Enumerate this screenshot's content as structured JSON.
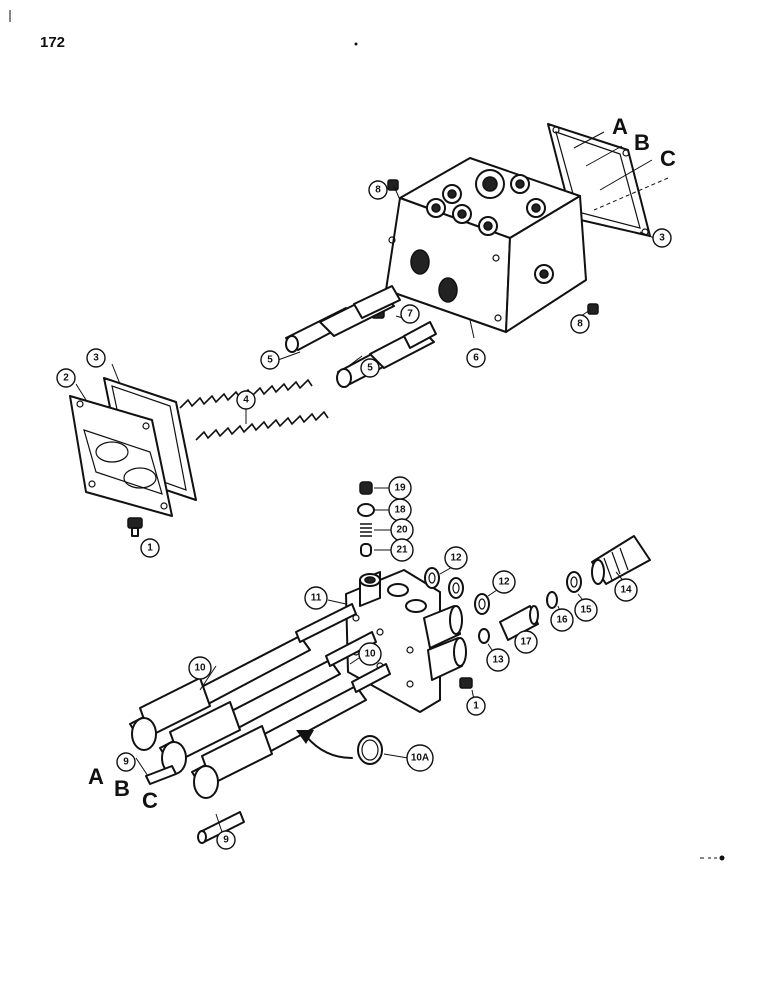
{
  "page": {
    "number": "172"
  },
  "section_letters": {
    "top": [
      "A",
      "B",
      "C"
    ],
    "bottom": [
      "A",
      "B",
      "C"
    ]
  },
  "callouts": [
    "1",
    "1",
    "2",
    "3",
    "3",
    "4",
    "5",
    "5",
    "6",
    "7",
    "8",
    "8",
    "9",
    "9",
    "10",
    "10",
    "10A",
    "11",
    "12",
    "12",
    "13",
    "14",
    "15",
    "16",
    "17",
    "18",
    "19",
    "20",
    "21"
  ]
}
